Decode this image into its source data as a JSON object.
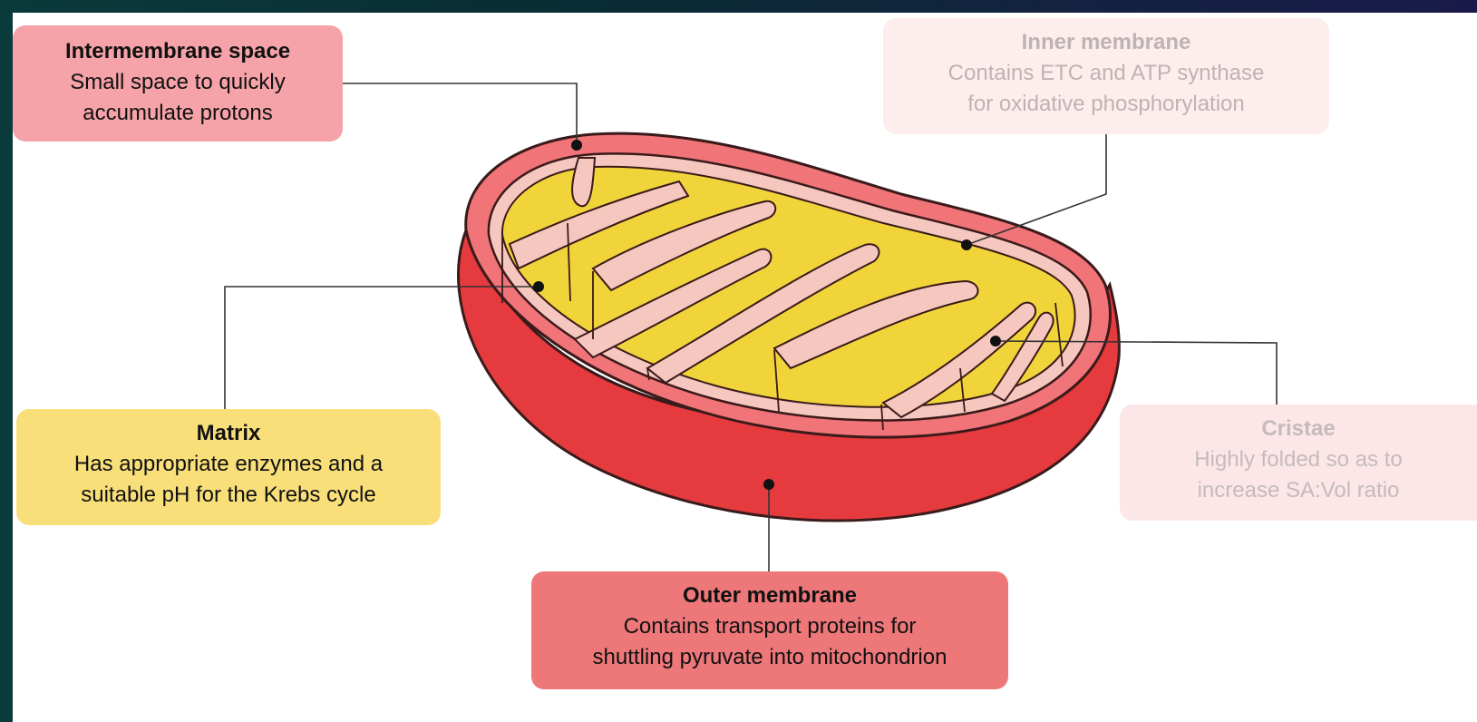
{
  "labels": {
    "intermembrane": {
      "title": "Intermembrane space",
      "desc": "Small space to quickly\naccumulate protons"
    },
    "inner": {
      "title": "Inner membrane",
      "desc": "Contains ETC and ATP synthase\nfor oxidative phosphorylation"
    },
    "matrix": {
      "title": "Matrix",
      "desc": "Has appropriate enzymes and a\nsuitable pH for the Krebs cycle"
    },
    "cristae": {
      "title": "Cristae",
      "desc": "Highly folded so as to\nincrease SA:Vol ratio"
    },
    "outer": {
      "title": "Outer membrane",
      "desc": "Contains transport proteins for\nshuttling pyruvate into mitochondrion"
    }
  },
  "colors": {
    "outer_membrane": "#e8383d",
    "intermembrane": "#f07478",
    "inner_membrane": "#f6c7bf",
    "matrix": "#f1d43a",
    "outline": "#3a1a1a"
  }
}
